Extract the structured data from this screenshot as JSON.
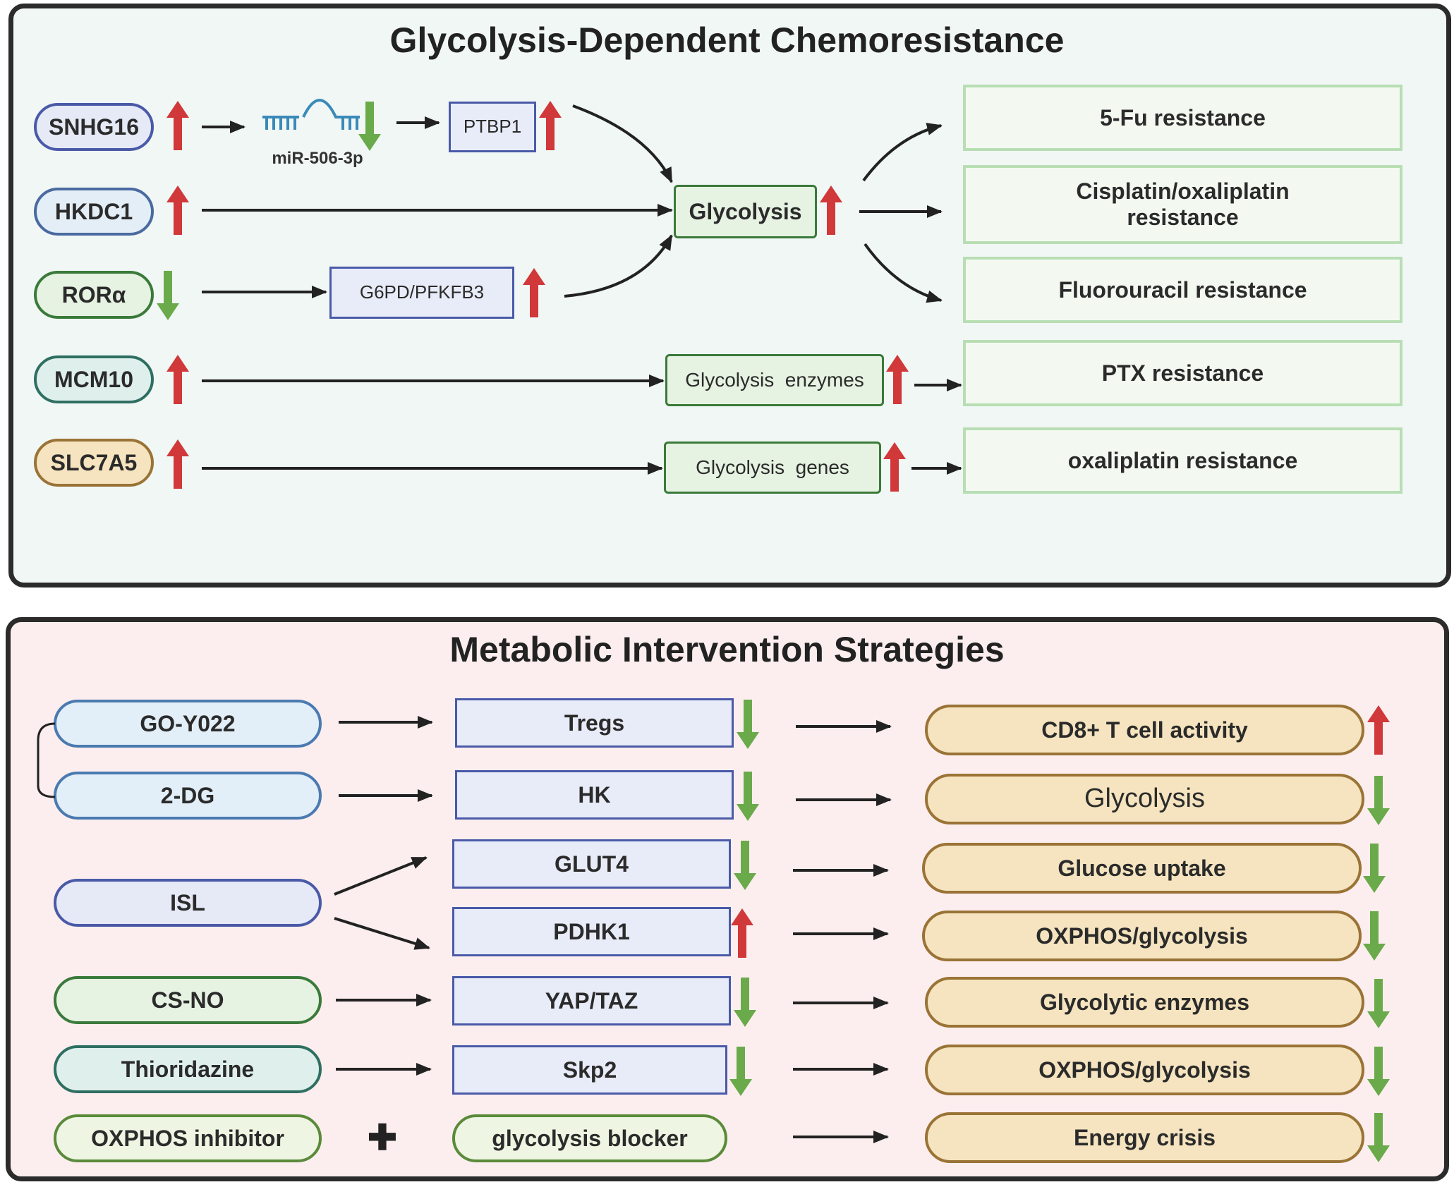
{
  "top_panel": {
    "title": "Glycolysis-Dependent Chemoresistance",
    "regulators": [
      "SNHG16",
      "HKDC1",
      "RORα",
      "MCM10",
      "SLC7A5"
    ],
    "mirna_label": "miR-506-3p",
    "ptbp1": "PTBP1",
    "g6pd": "G6PD/PFKFB3",
    "glycolysis": "Glycolysis",
    "glycolysis_enzymes": "Glycolysis  enzymes",
    "glycolysis_genes": "Glycolysis  genes",
    "outcomes": [
      "5-Fu resistance",
      "Cisplatin/oxaliplatin resistance",
      "Fluorouracil resistance",
      "PTX resistance",
      "oxaliplatin resistance"
    ]
  },
  "bottom_panel": {
    "title": "Metabolic Intervention Strategies",
    "agents": [
      "GO-Y022",
      "2-DG",
      "ISL",
      "CS-NO",
      "Thioridazine",
      "OXPHOS inhibitor"
    ],
    "plus_symbol": "✚",
    "targets": [
      "Tregs",
      "HK",
      "GLUT4",
      "PDHK1",
      "YAP/TAZ",
      "Skp2",
      "glycolysis blocker"
    ],
    "effects": [
      "CD8+ T cell activity",
      "Glycolysis",
      "Glucose uptake",
      "OXPHOS/glycolysis",
      "Glycolytic enzymes",
      "OXPHOS/glycolysis",
      "Energy crisis"
    ]
  },
  "colors": {
    "up_arrow": "#d0383a",
    "down_arrow": "#6aaa4a",
    "top_background": "#f1f7f5",
    "bottom_background": "#fceeee"
  }
}
